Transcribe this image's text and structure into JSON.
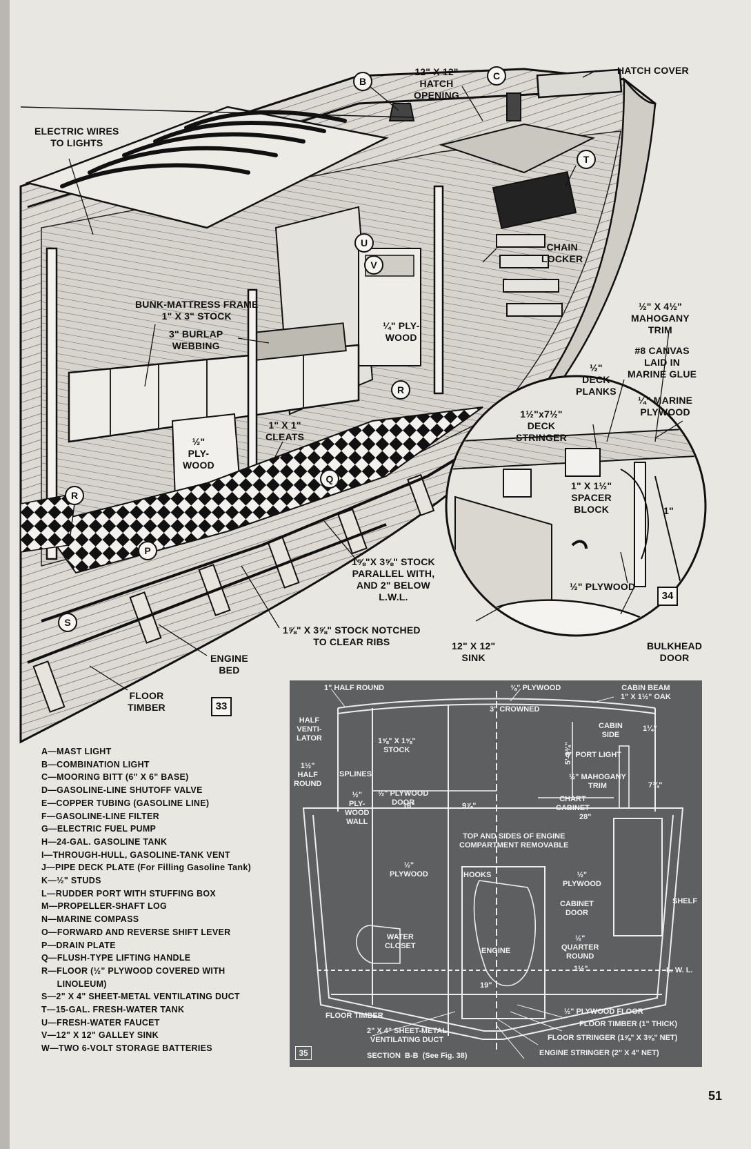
{
  "figure33": {
    "number": "33",
    "labels": {
      "electric_wires": "ELECTRIC WIRES\nTO LIGHTS",
      "hatch_opening": "12\" X 12\"\nHATCH\nOPENING",
      "hatch_cover": "HATCH COVER",
      "chain_locker": "CHAIN\nLOCKER",
      "bunk_frame": "BUNK-MATTRESS FRAME\n1\" X 3\" STOCK",
      "burlap": "3\" BURLAP\nWEBBING",
      "plywood_quarter": "¼\" PLY-\nWOOD",
      "plywood_half": "½\"\nPLY-\nWOOD",
      "cleats": "1\" X 1\"\nCLEATS",
      "stock_parallel": "1⅝\"X 3⅝\" STOCK\nPARALLEL WITH,\nAND 2\" BELOW\nL.W.L.",
      "stock_notched": "1⅝\" X 3⅝\" STOCK NOTCHED\nTO CLEAR RIBS",
      "engine_bed": "ENGINE\nBED",
      "floor_timber": "FLOOR\nTIMBER"
    },
    "callouts": {
      "B": "B",
      "C": "C",
      "T": "T",
      "U": "U",
      "V": "V",
      "R1": "R",
      "R2": "R",
      "P": "P",
      "Q": "Q",
      "S": "S"
    }
  },
  "figure34": {
    "number": "34",
    "labels": {
      "mahogany_trim": "½\" X 4½\"\nMAHOGANY\nTRIM",
      "canvas": "#8 CANVAS\nLAID IN\nMARINE GLUE",
      "deck_planks": "½\"\nDECK\nPLANKS",
      "marine_plywood": "¼\" MARINE\nPLYWOOD",
      "deck_stringer": "1½\"x7½\"\nDECK\nSTRINGER",
      "spacer_block": "1\" X 1½\"\nSPACER\nBLOCK",
      "one_inch": "1\"",
      "half_plywood": "½\" PLYWOOD",
      "sink": "12\" X 12\"\nSINK",
      "bulkhead_door": "BULKHEAD\nDOOR"
    }
  },
  "legend": [
    "A—MAST LIGHT",
    "B—COMBINATION LIGHT",
    "C—MOORING BITT (6\" X 6\" BASE)",
    "D—GASOLINE-LINE SHUTOFF VALVE",
    "E—COPPER TUBING (GASOLINE LINE)",
    "F—GASOLINE-LINE FILTER",
    "G—ELECTRIC FUEL PUMP",
    "H—24-GAL. GASOLINE TANK",
    "I—THROUGH-HULL, GASOLINE-TANK VENT",
    "J—PIPE DECK PLATE (For Filling Gasoline Tank)",
    "K—½\" STUDS",
    "L—RUDDER PORT WITH STUFFING BOX",
    "M—PROPELLER-SHAFT LOG",
    "N—MARINE COMPASS",
    "O—FORWARD AND REVERSE SHIFT LEVER",
    "P—DRAIN PLATE",
    "Q—FLUSH-TYPE LIFTING HANDLE",
    "R—FLOOR (½\" PLYWOOD COVERED WITH\n      LINOLEUM)",
    "S—2\" X 4\" SHEET-METAL VENTILATING DUCT",
    "T—15-GAL. FRESH-WATER TANK",
    "U—FRESH-WATER FAUCET",
    "V—12\" X 12\" GALLEY SINK",
    "W—TWO 6-VOLT STORAGE BATTERIES"
  ],
  "figure35": {
    "number": "35",
    "caption": "SECTION  B-B  (See Fig. 38)",
    "labels": {
      "half_round": "1\" HALF ROUND",
      "plywood_38": "⅜\" PLYWOOD",
      "cabin_beam": "CABIN BEAM\n1\" X 1½\" OAK",
      "crowned": "3\" CROWNED",
      "half_ventilator": "HALF\nVENTI-\nLATOR",
      "cabin_side": "CABIN\nSIDE",
      "one_quarter": "1¼\"",
      "stock": "1⅝\" X 1⅝\"\nSTOCK",
      "port_light": "8\" PORT LIGHT",
      "half_round_1half": "1½\"\nHALF\nROUND",
      "splines": "SPLINES",
      "mahogany_trim": "½\" MAHOGANY\nTRIM",
      "height": "5'-3¾\"",
      "plywood_door": "½\" PLYWOOD\nDOOR",
      "seven_three_quarter": "7¾\"",
      "plywood_wall": "½\"\nPLY-\nWOOD\nWALL",
      "sixteen": "16\"",
      "nine_seven_eighths": "9⅞\"",
      "chart_cabinet": "CHART\nCABINET",
      "twenty_eight": "28\"",
      "engine_comp": "TOP AND SIDES OF ENGINE\nCOMPARTMENT REMOVABLE",
      "hooks": "HOOKS",
      "half_plywood_left": "½\"\nPLYWOOD",
      "half_plywood_right": "½\"\nPLYWOOD",
      "cabinet_door": "CABINET\nDOOR",
      "shelf": "SHELF",
      "water_closet": "WATER\nCLOSET",
      "engine": "ENGINE",
      "quarter_round": "½\"\nQUARTER\nROUND",
      "one_half": "1½\"",
      "lwl": "L. W. L.",
      "nineteen": "19\"",
      "floor_timber_left": "FLOOR TIMBER",
      "plywood_floor": "½\" PLYWOOD FLOOR",
      "floor_timber_thick": "FLOOR TIMBER (1\" THICK)",
      "vent_duct": "2\" X 4\" SHEET-METAL\nVENTILATING DUCT",
      "floor_stringer": "FLOOR STRINGER (1⅝\" X 3⅝\" NET)",
      "engine_stringer": "ENGINE STRINGER (2\" X 4\" NET)"
    }
  },
  "page_number": "51"
}
